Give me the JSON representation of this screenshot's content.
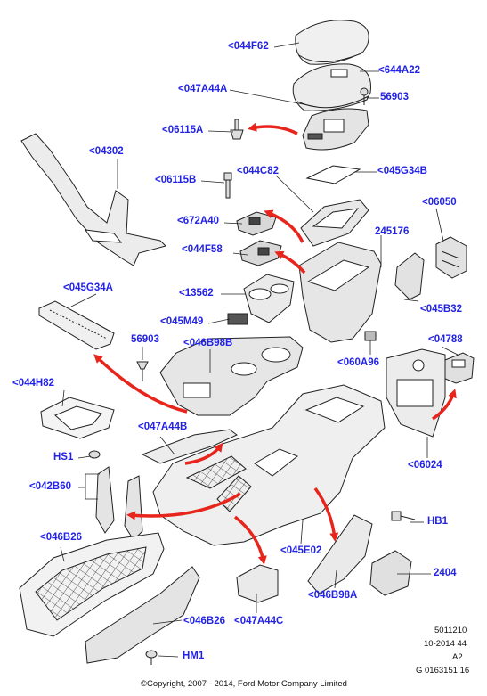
{
  "diagram": {
    "labels": {
      "l_044F62": "<044F62",
      "l_644A22": "<644A22",
      "l_047A44A": "<047A44A",
      "l_56903_top": "56903",
      "l_06115A": "<06115A",
      "l_04302": "<04302",
      "l_06115B": "<06115B",
      "l_044C82": "<044C82",
      "l_045G34B": "<045G34B",
      "l_06050": "<06050",
      "l_672A40": "<672A40",
      "l_245176": "245176",
      "l_044F58": "<044F58",
      "l_045G34A": "<045G34A",
      "l_13562": "<13562",
      "l_045B32": "<045B32",
      "l_045M49": "<045M49",
      "l_56903_mid": "56903",
      "l_046B98B": "<046B98B",
      "l_04788": "<04788",
      "l_060A96": "<060A96",
      "l_044H82": "<044H82",
      "l_047A44B": "<047A44B",
      "l_HS1": "HS1",
      "l_06024": "<06024",
      "l_042B60": "<042B60",
      "l_HB1": "HB1",
      "l_046B26_top": "<046B26",
      "l_045E02": "<045E02",
      "l_2404": "2404",
      "l_046B98A": "<046B98A",
      "l_047A44C": "<047A44C",
      "l_046B26_bot": "<046B26",
      "l_HM1": "HM1"
    },
    "footer": {
      "code1": "5011210",
      "code2": "10-2014 44",
      "code3": "A2",
      "code4": "G 0163151 16",
      "copyright": "©Copyright, 2007 - 2014, Ford Motor Company Limited"
    },
    "colors": {
      "label": "#2323e6",
      "arrow": "#e8251c",
      "line": "#222222",
      "fill": "#eeeeee"
    }
  }
}
